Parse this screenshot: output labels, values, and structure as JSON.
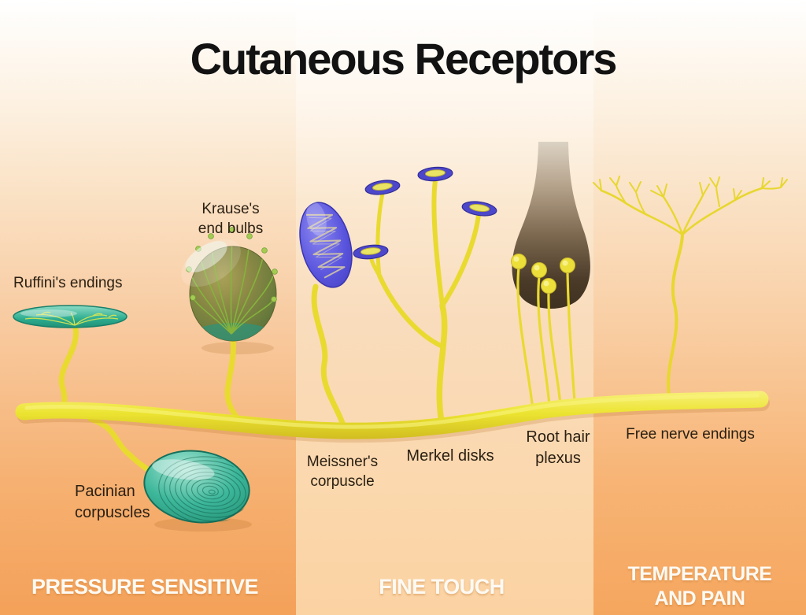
{
  "title": "Cutaneous Receptors",
  "receptors": {
    "ruffini": {
      "lines": [
        "Ruffini's endings"
      ]
    },
    "krause": {
      "lines": [
        "Krause's",
        "end bulbs"
      ]
    },
    "pacinian": {
      "lines": [
        "Pacinian",
        "corpuscles"
      ]
    },
    "meissner": {
      "lines": [
        "Meissner's",
        "corpuscle"
      ]
    },
    "merkel": {
      "lines": [
        "Merkel disks"
      ]
    },
    "root_hair": {
      "lines": [
        "Root hair",
        "plexus"
      ]
    },
    "free_nerve": {
      "lines": [
        "Free nerve endings"
      ]
    }
  },
  "zones": [
    {
      "lines": [
        "PRESSURE SENSITIVE"
      ]
    },
    {
      "lines": [
        "FINE TOUCH"
      ]
    },
    {
      "lines": [
        "TEMPERATURE",
        "AND PAIN"
      ]
    }
  ],
  "colors": {
    "nerve_yellow": "#ece431",
    "stalk_yellow": "#e9da30",
    "receptor_teal": "#35b598",
    "krause_olive": "#7d8038",
    "krause_branch_green": "#86b33c",
    "meissner_blue": "#5a55dd",
    "merkel_disc_purple": "#4d47cb",
    "merkel_disc_center": "#e9e463",
    "follicle_brown_dark": "#3e3122",
    "follicle_tan_light": "#ddd4c6",
    "band_orange": "#f5a65e",
    "band_light_orange": "#fbd2a2",
    "label_text": "#2b2013",
    "category_text": "#fdfaf4",
    "title_text": "#121212"
  }
}
